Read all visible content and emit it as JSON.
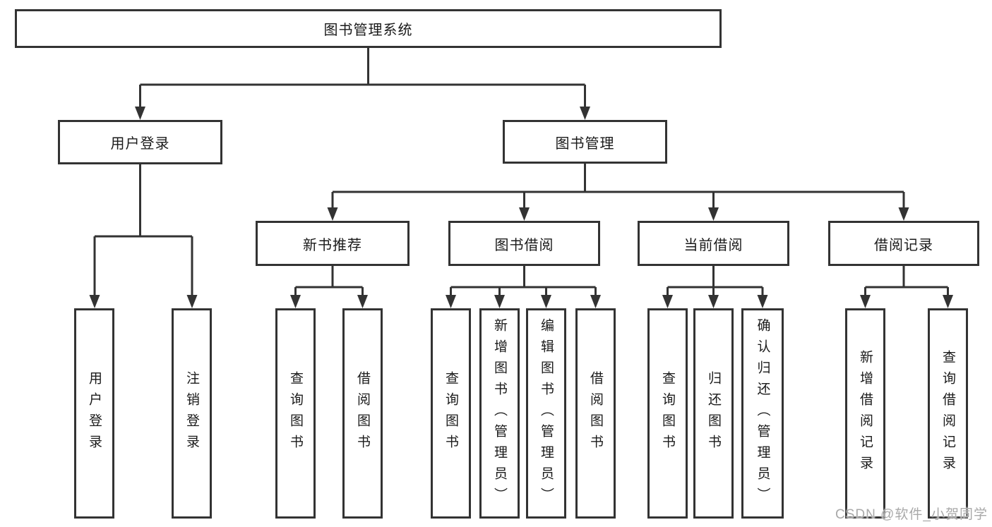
{
  "diagram": {
    "root_label": "图书管理系统",
    "branches": {
      "user": {
        "label": "用户登录",
        "children": [
          "用户登录",
          "注销登录"
        ]
      },
      "book": {
        "label": "图书管理",
        "groups": [
          {
            "label": "新书推荐",
            "children": [
              "查询图书",
              "借阅图书"
            ]
          },
          {
            "label": "图书借阅",
            "children": [
              "查询图书",
              "新增图书（管理员）",
              "编辑图书（管理员）",
              "借阅图书"
            ]
          },
          {
            "label": "当前借阅",
            "children": [
              "查询图书",
              "归还图书",
              "确认归还（管理员）"
            ]
          },
          {
            "label": "借阅记录",
            "children": [
              "新增借阅记录",
              "查询借阅记录"
            ]
          }
        ]
      }
    },
    "colors": {
      "line": "#333333",
      "box_border": "#333333",
      "box_fill": "#ffffff",
      "text": "#1a1a1a",
      "background": "#ffffff",
      "watermark": "#a9a9a9"
    }
  },
  "watermark": {
    "text": "CSDN @软件_小贺同学"
  }
}
